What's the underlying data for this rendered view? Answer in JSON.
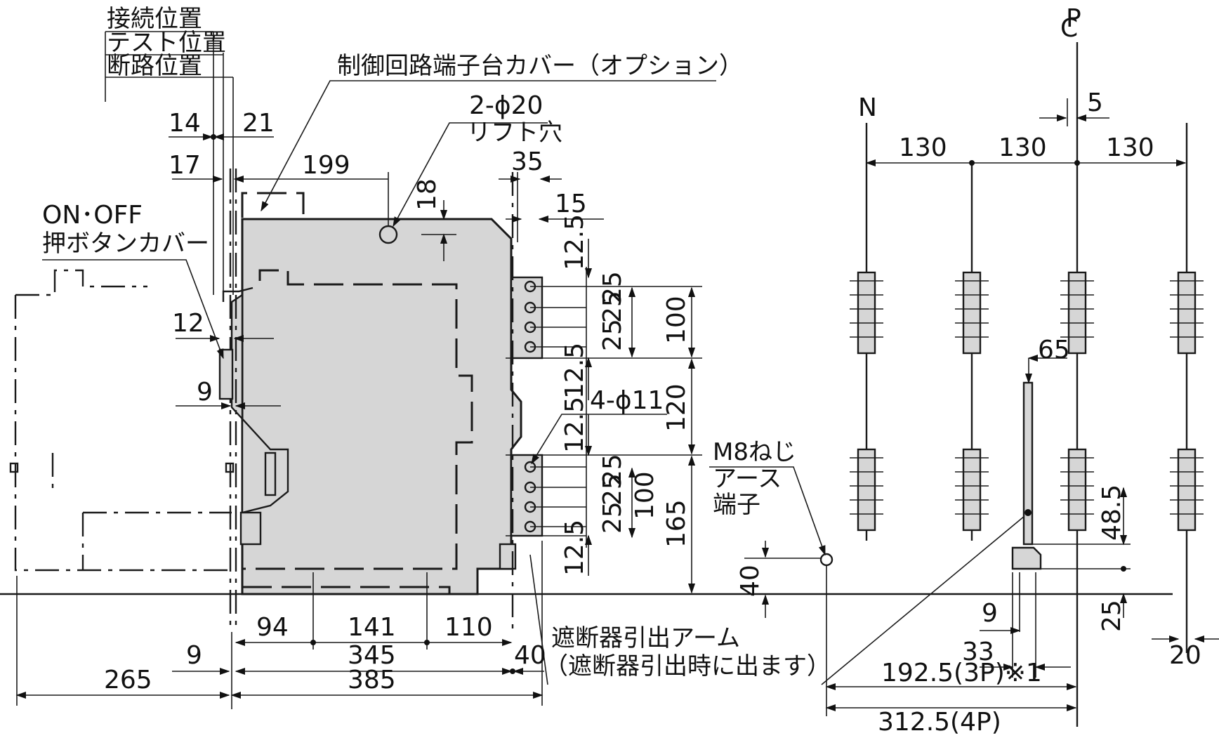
{
  "callouts": {
    "connected_position": "接続位置",
    "test_position": "テスト位置",
    "disconnected_position": "断路位置",
    "control_terminal_cover": "制御回路端子台カバー（オプション）",
    "lift_hole_qty": "2-ϕ20",
    "lift_hole": "リフト穴",
    "button_cover_line1": "ON･OFF",
    "button_cover_line2": "押ボタンカバー",
    "terminal_hole": "4-ϕ11",
    "earth_line1": "M8ねじ",
    "earth_line2": "アース",
    "earth_line3": "端子",
    "arm_line1": "遮断器引出アーム",
    "arm_line2": "（遮断器引出時に出ます）",
    "neutral": "N",
    "centerline": "C",
    "pole_mark": "P"
  },
  "dims": {
    "d14": "14",
    "d21": "21",
    "d17": "17",
    "d199": "199",
    "d35": "35",
    "d18": "18",
    "d15": "15",
    "d12_5": "12.5",
    "d25": "25",
    "d100": "100",
    "d120": "120",
    "d165": "165",
    "d12": "12",
    "d9": "9",
    "d94": "94",
    "d141": "141",
    "d110": "110",
    "d345": "345",
    "d40": "40",
    "d385": "385",
    "d265": "265",
    "d130": "130",
    "d5": "5",
    "d65": "65",
    "d48_5": "48.5",
    "d33": "33",
    "d20": "20",
    "d192_5": "192.5(3P)※1",
    "d312_5": "312.5(4P)"
  }
}
